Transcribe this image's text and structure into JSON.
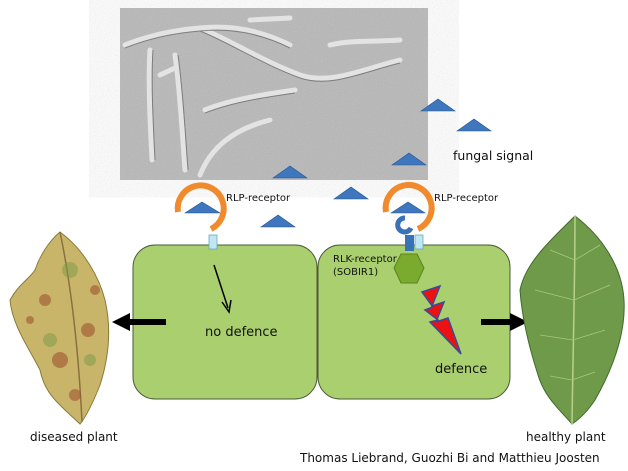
{
  "labels": {
    "fungal_signal": "fungal signal",
    "rlp_receptor_left": "RLP-receptor",
    "rlp_receptor_right": "RLP-receptor",
    "rlk_receptor_line1": "RLK-receptor",
    "rlk_receptor_line2": "(SOBIR1)",
    "no_defence": "no defence",
    "defence": "defence",
    "diseased_plant": "diseased plant",
    "healthy_plant": "healthy plant",
    "credits": "Thomas Liebrand, Guozhi Bi and Matthieu Joosten"
  },
  "colors": {
    "cell_fill": "#a9cf6f",
    "signal_triangle": "#3f77bf",
    "rlp_receptor": "#f08a2c",
    "transmembrane": "#bfe6f2",
    "rlk_receptor": "#3a72b8",
    "sobir1_hexagon": "#7aaa2e",
    "lightning": "#ee1111"
  }
}
